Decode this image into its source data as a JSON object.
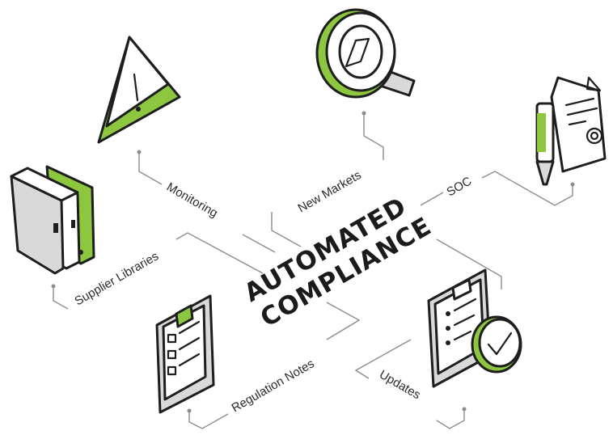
{
  "title": {
    "line1": "AUTOMATED",
    "line2": "COMPLIANCE"
  },
  "labels": {
    "monitoring": "Monitoring",
    "new_markets": "New Markets",
    "soc": "SOC",
    "supplier_libraries": "Supplier Libraries",
    "regulation_notes": "Regulation Notes",
    "updates": "Updates"
  },
  "icons": {
    "warning": "warning-triangle-icon",
    "search": "magnifier-icon",
    "certificate": "certificate-pen-icon",
    "books": "binders-icon",
    "checklist": "clipboard-checklist-icon",
    "approved": "clipboard-approved-icon"
  },
  "colors": {
    "accent": "#8dc63f",
    "ink": "#1e1e1e",
    "grey": "#d9d9d9",
    "connector": "#8c8c8c"
  }
}
